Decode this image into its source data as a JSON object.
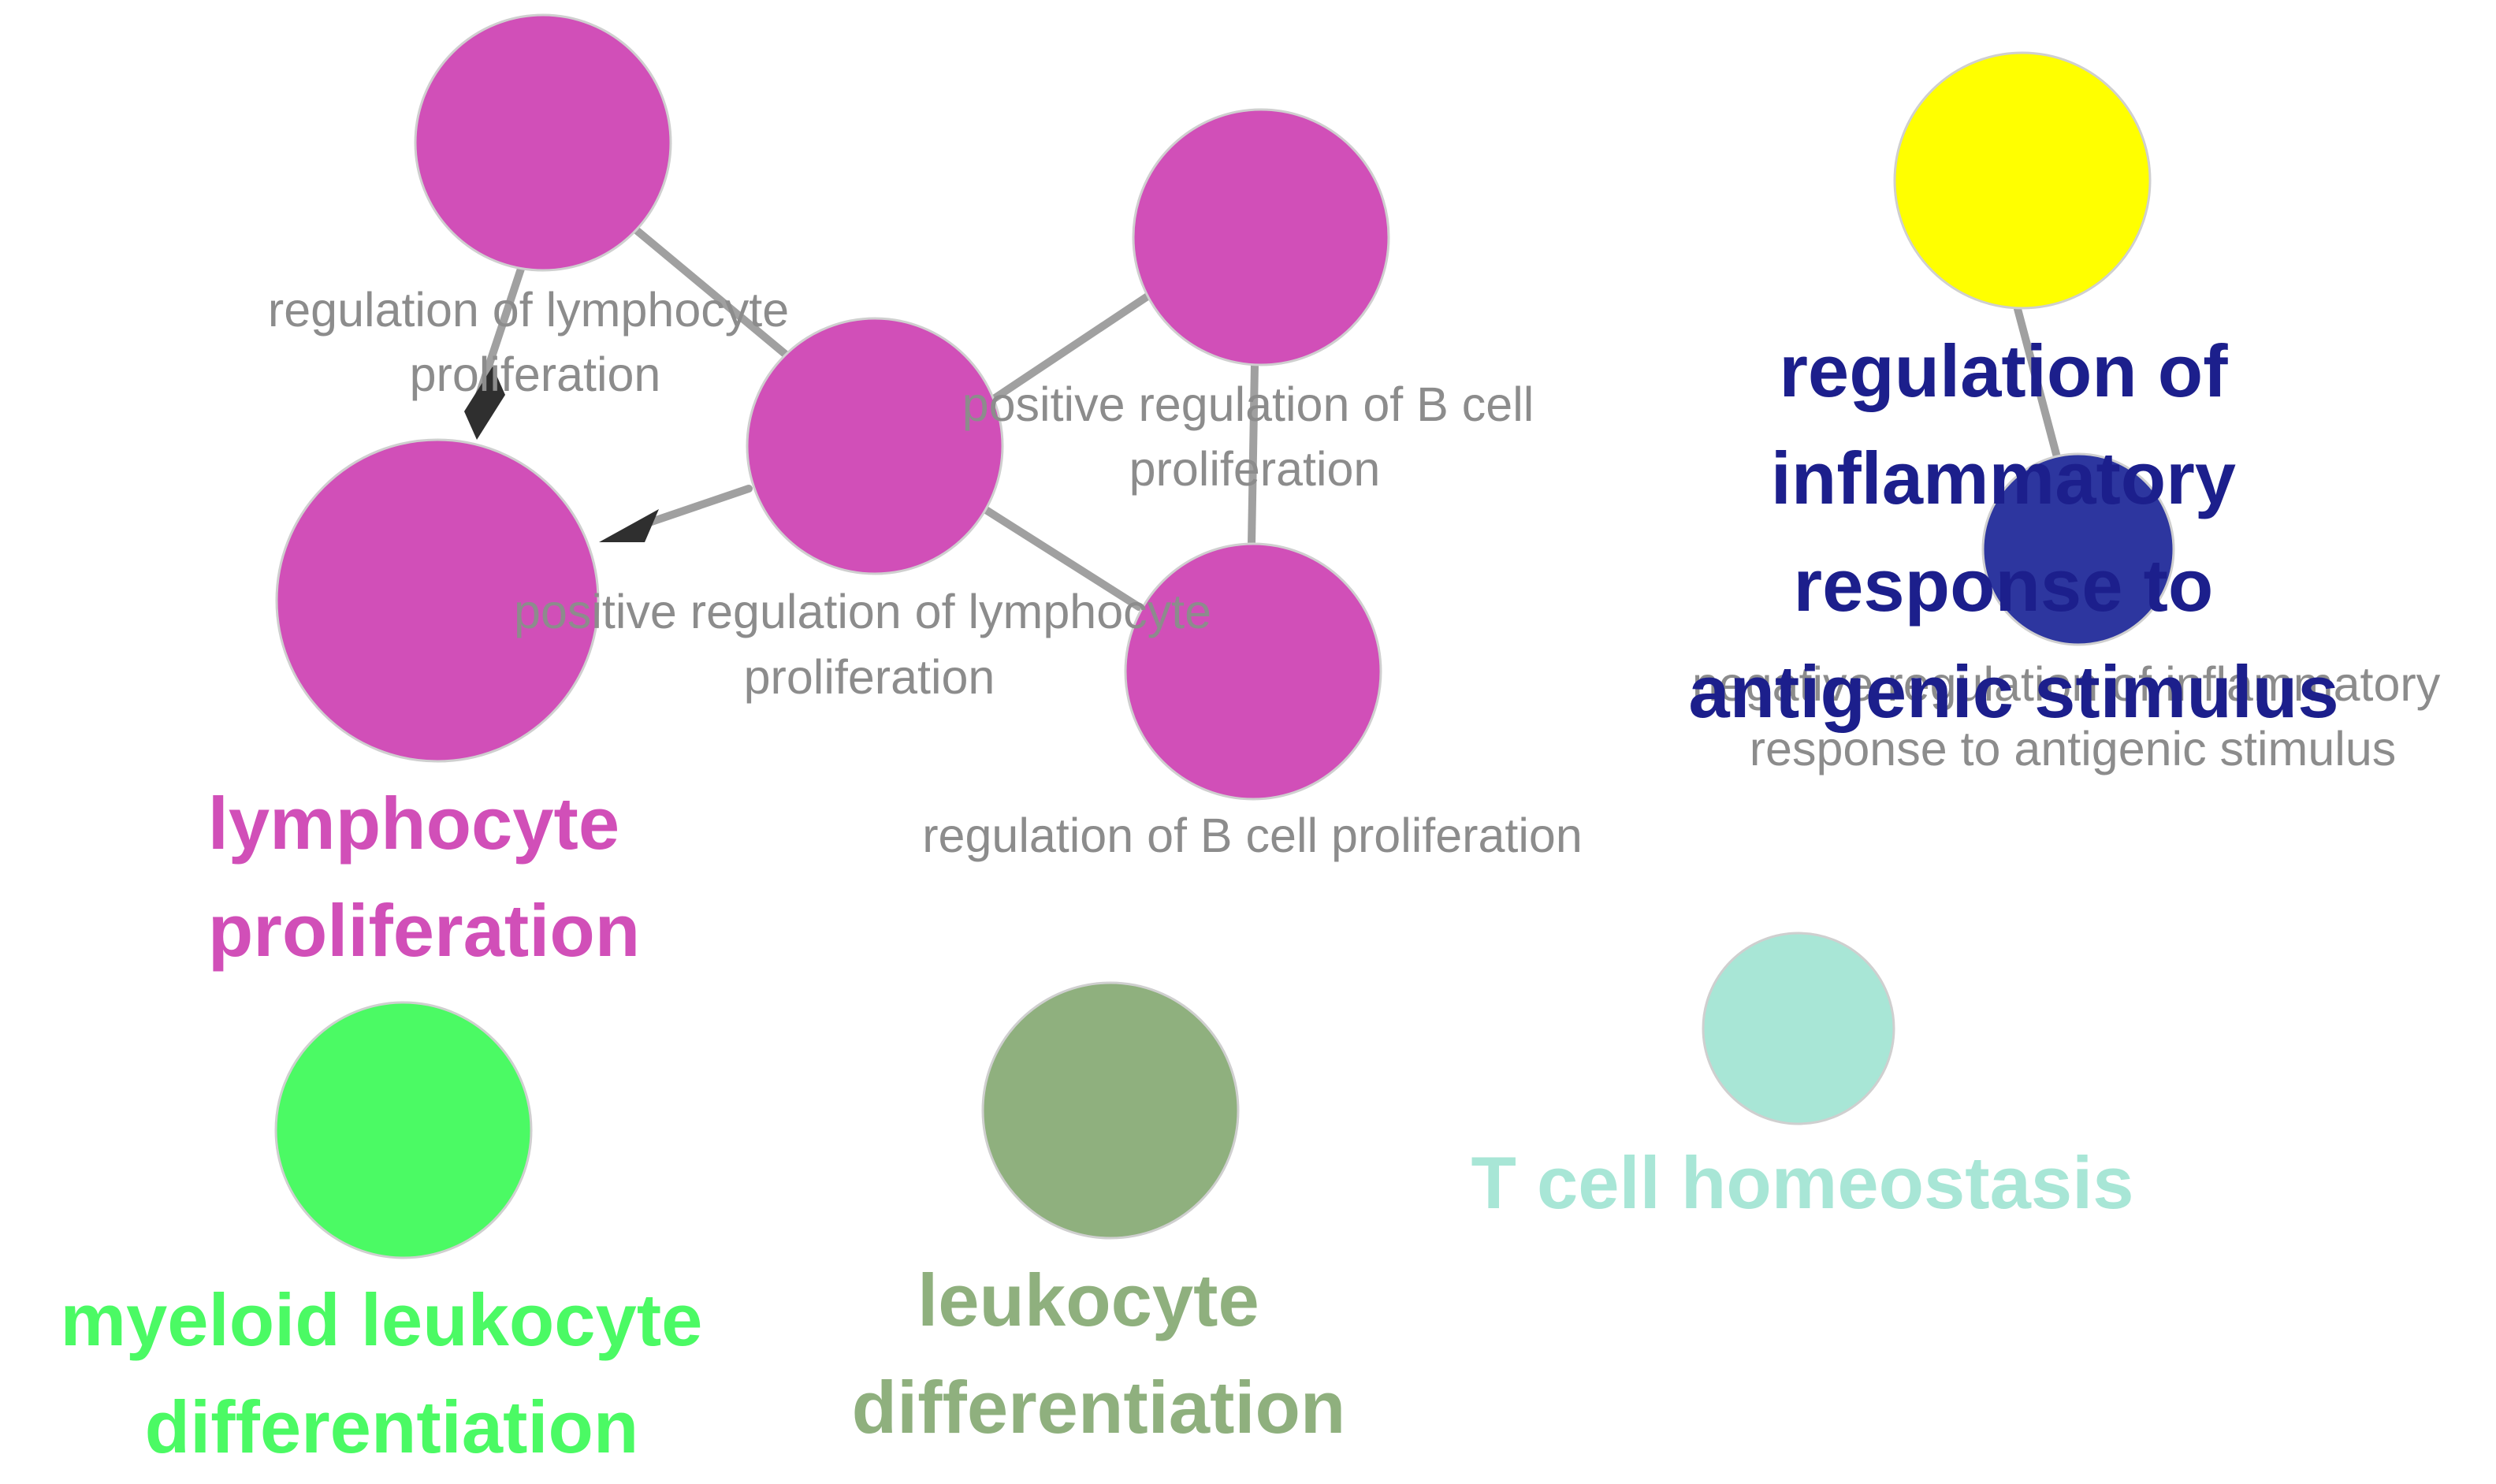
{
  "colors": {
    "lymphocyte_cluster": "#d14fb8",
    "inflammatory_cluster": "#1c1f8c",
    "inflammatory_small_node": "#2d369f",
    "inflammatory_large_node": "#ffff00",
    "myeloid": "#4bfa64",
    "leukocyte_diff": "#8fb07e",
    "t_cell": "#a8e6d6",
    "edge": "#a0a0a0",
    "small_label": "#8c8c8c"
  },
  "nodes": {
    "lymphocyte_proliferation": {
      "label": ""
    },
    "regulation_lymphocyte_proliferation": {
      "label_line1": "regulation of lymphocyte",
      "label_line2": "proliferation"
    },
    "positive_regulation_lymphocyte_proliferation": {
      "label_line1": "positive regulation of lymphocyte",
      "label_line2": "proliferation"
    },
    "positive_regulation_b_cell_proliferation": {
      "label_line1": "positive regulation of B cell",
      "label_line2": "proliferation"
    },
    "regulation_b_cell_proliferation": {
      "label_line1": "regulation of B cell proliferation"
    },
    "negative_regulation_inflammatory": {
      "label_line1": "negative regulation of inflammatory",
      "label_line2": "response to antigenic stimulus"
    }
  },
  "clusters": {
    "lymphocyte_proliferation": {
      "line1": "lymphocyte",
      "line2": "proliferation"
    },
    "regulation_inflammatory": {
      "line1": "regulation of",
      "line2": "inflammatory",
      "line3": "response to",
      "line4": "antigenic stimulus"
    },
    "myeloid_leukocyte_differentiation": {
      "line1": "myeloid leukocyte",
      "line2": "differentiation"
    },
    "leukocyte_differentiation": {
      "line1": "leukocyte",
      "line2": "differentiation"
    },
    "t_cell_homeostasis": {
      "line1": "T cell homeostasis"
    }
  }
}
